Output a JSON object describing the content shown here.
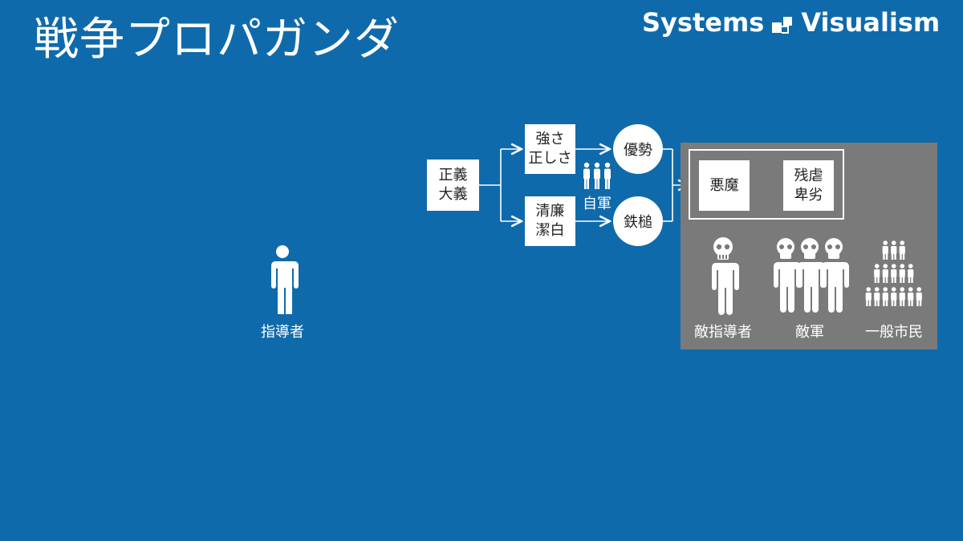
{
  "title": "戦争プロパガンダ",
  "brand": {
    "word1": "Systems",
    "word2": "Visualism"
  },
  "nodes": {
    "seigi": "正義\n大義",
    "tsuyosa": "強さ\n正しさ",
    "seiren": "清廉\n潔白",
    "yusei": "優勢",
    "tettsui": "鉄槌",
    "akuma": "悪魔",
    "zangyaku": "残虐\n卑劣"
  },
  "labels": {
    "shidosha": "指導者",
    "jigun": "自軍",
    "teki_shidosha": "敵指導者",
    "teki_gun": "敵軍",
    "shimin": "一般市民"
  },
  "colors": {
    "background": "#0f6aab",
    "panel": "#7a7a7a",
    "foreground": "#ffffff"
  }
}
